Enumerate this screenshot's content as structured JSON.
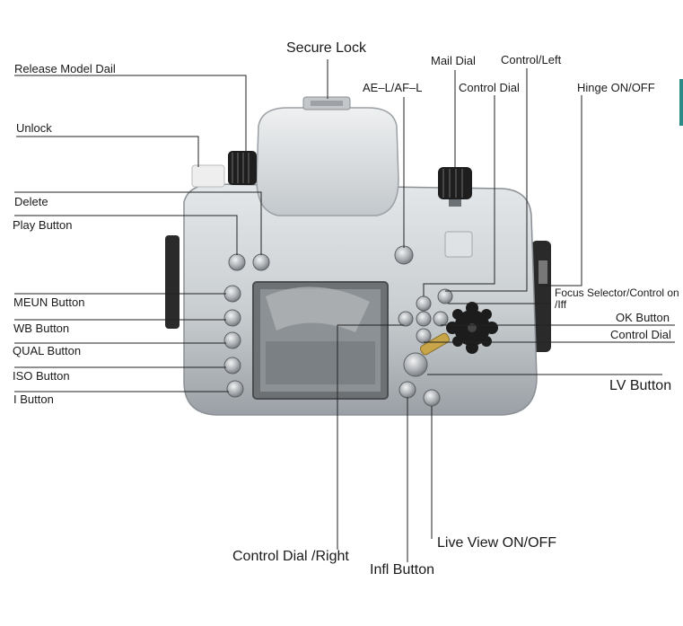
{
  "labels": {
    "secure_lock": "Secure Lock",
    "release_model_dail": "Release Model Dail",
    "mail_dial": "Mail Dial",
    "control_left": "Control/Left",
    "ae_l_af_l": "AE–L/AF–L",
    "control_dial_top": "Control Dial",
    "hinge_on_off": "Hinge ON/OFF",
    "unlock": "Unlock",
    "delete": "Delete",
    "play_button": "Play Button",
    "meun_button": "MEUN Button",
    "wb_button": "WB Button",
    "qual_button": "QUAL Button",
    "iso_button": "ISO Button",
    "i_button": "I Button",
    "focus_selector": "Focus Selector/Control on /Iff",
    "ok_button": "OK Button",
    "control_dial_right_side": "Control Dial",
    "lv_button": "LV Button",
    "control_dial_right": "Control Dial /Right",
    "live_view_on_off": "Live View ON/OFF",
    "infl_button": "Infl Button"
  },
  "colors": {
    "housing_body": "#cfd3d6",
    "housing_shade": "#9ea4a9",
    "knob": "#1e1e1e",
    "button_metal": "#b9bcbf",
    "accent_edge": "#2a8a85",
    "leader_line": "#222222"
  }
}
